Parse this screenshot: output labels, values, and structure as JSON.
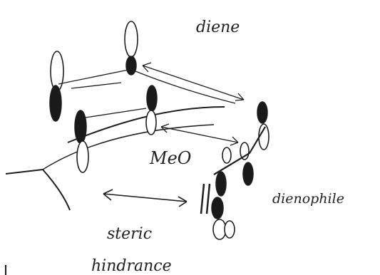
{
  "labels": {
    "diene": "diene",
    "methoxy": "MeO",
    "dienophile": "dienophile",
    "steric": "steric",
    "hindrance": "hindrance"
  },
  "colors": {
    "ink": "#1f1f1f",
    "lobe_fill": "#1a1a1a",
    "paper": "#ffffff"
  }
}
